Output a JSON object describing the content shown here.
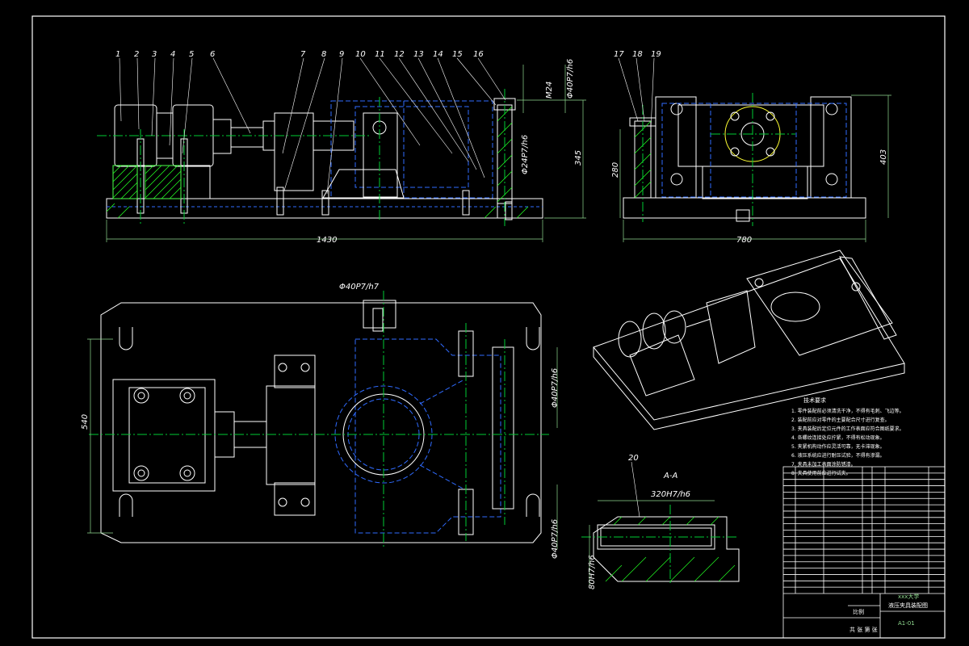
{
  "colors": {
    "background": "#000000",
    "outline": "#ffffff",
    "centerline": "#00cc33",
    "hidden": "#2f6bff",
    "dimension": "#8fd98f",
    "annotation": "#ffff33",
    "hatch": "#22ff22",
    "purple": "#c060ff"
  },
  "part_numbers": [
    "1",
    "2",
    "3",
    "4",
    "5",
    "6",
    "7",
    "8",
    "9",
    "10",
    "11",
    "12",
    "13",
    "14",
    "15",
    "16"
  ],
  "side_part_numbers": [
    "17",
    "18",
    "19"
  ],
  "dimensions": {
    "front_length": "1430",
    "front_height": "345",
    "m24": "M24",
    "phi40_top": "Φ40P7/h6",
    "phi24": "Φ24P7/h6",
    "side_width": "780",
    "side_height": "403",
    "side_height2": "280",
    "plan_width": "540",
    "phi40_plan_top": "Φ40P7/h7",
    "phi40_plan_right": "Φ40P7/h6",
    "phi40_plan_right2": "Φ40P7/h6",
    "section_width": "320H7/h6",
    "section_height": "80H7/h6"
  },
  "section": {
    "number": "20",
    "title": "A-A"
  },
  "notes": {
    "title": "技术要求",
    "lines": [
      "1. 零件装配前必须清洗干净，不得有毛刺、飞边等。",
      "2. 装配前应对零件的主要配合尺寸进行复查。",
      "3. 夹具装配后定位元件的工作表面应符合图纸要求。",
      "4. 各螺纹连接处应拧紧，不得有松动现象。",
      "5. 夹紧机构动作应灵活可靠，无卡滞现象。",
      "6. 液压系统应进行耐压试验，不得有渗漏。",
      "7. 夹具未加工表面涂防锈漆。",
      "8. 夹具使用前应进行试夹。"
    ]
  },
  "title_block": {
    "school": "xxx大学",
    "drawing_name": "液压夹具装配图",
    "scale_label": "比例",
    "sheet": "共 张 第 张",
    "code": "A1-01"
  },
  "bom_rows": 20
}
